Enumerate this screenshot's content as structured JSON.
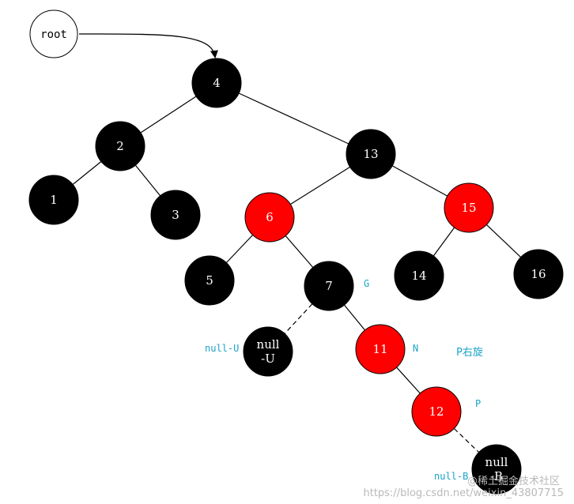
{
  "colors": {
    "black_node": "#000000",
    "red_node": "#ff0000",
    "root_fill": "#ffffff",
    "annotation": "#1aa3c8",
    "edge": "#000000",
    "watermark": "#b9b9b9"
  },
  "root": {
    "label": "root"
  },
  "nodes": [
    {
      "id": "n4",
      "label": "4",
      "color": "black"
    },
    {
      "id": "n2",
      "label": "2",
      "color": "black"
    },
    {
      "id": "n1",
      "label": "1",
      "color": "black"
    },
    {
      "id": "n3",
      "label": "3",
      "color": "black"
    },
    {
      "id": "n13",
      "label": "13",
      "color": "black"
    },
    {
      "id": "n6",
      "label": "6",
      "color": "red"
    },
    {
      "id": "n15",
      "label": "15",
      "color": "red"
    },
    {
      "id": "n5",
      "label": "5",
      "color": "black"
    },
    {
      "id": "n7",
      "label": "7",
      "color": "black"
    },
    {
      "id": "n14",
      "label": "14",
      "color": "black"
    },
    {
      "id": "n16",
      "label": "16",
      "color": "black"
    },
    {
      "id": "nU",
      "label": "null\n-U",
      "color": "black"
    },
    {
      "id": "n11",
      "label": "11",
      "color": "red"
    },
    {
      "id": "n12",
      "label": "12",
      "color": "red"
    },
    {
      "id": "nB",
      "label": "null\n-B",
      "color": "black"
    }
  ],
  "edges": [
    {
      "from": "n4",
      "to": "n2",
      "style": "solid"
    },
    {
      "from": "n4",
      "to": "n13",
      "style": "solid"
    },
    {
      "from": "n2",
      "to": "n1",
      "style": "solid"
    },
    {
      "from": "n2",
      "to": "n3",
      "style": "solid"
    },
    {
      "from": "n13",
      "to": "n6",
      "style": "solid"
    },
    {
      "from": "n13",
      "to": "n15",
      "style": "solid"
    },
    {
      "from": "n6",
      "to": "n5",
      "style": "solid"
    },
    {
      "from": "n6",
      "to": "n7",
      "style": "solid"
    },
    {
      "from": "n15",
      "to": "n14",
      "style": "solid"
    },
    {
      "from": "n15",
      "to": "n16",
      "style": "solid"
    },
    {
      "from": "n7",
      "to": "nU",
      "style": "dashed"
    },
    {
      "from": "n7",
      "to": "n11",
      "style": "solid"
    },
    {
      "from": "n11",
      "to": "n12",
      "style": "solid"
    },
    {
      "from": "n12",
      "to": "nB",
      "style": "dashed"
    }
  ],
  "annotations": {
    "g": "G",
    "n": "N",
    "p": "P",
    "null_u": "null-U",
    "null_b": "null-B",
    "rotate": "P右旋"
  },
  "watermark": {
    "text": "https://blog.csdn.net/weixin_43807715",
    "site": "@稀土掘金技术社区"
  }
}
